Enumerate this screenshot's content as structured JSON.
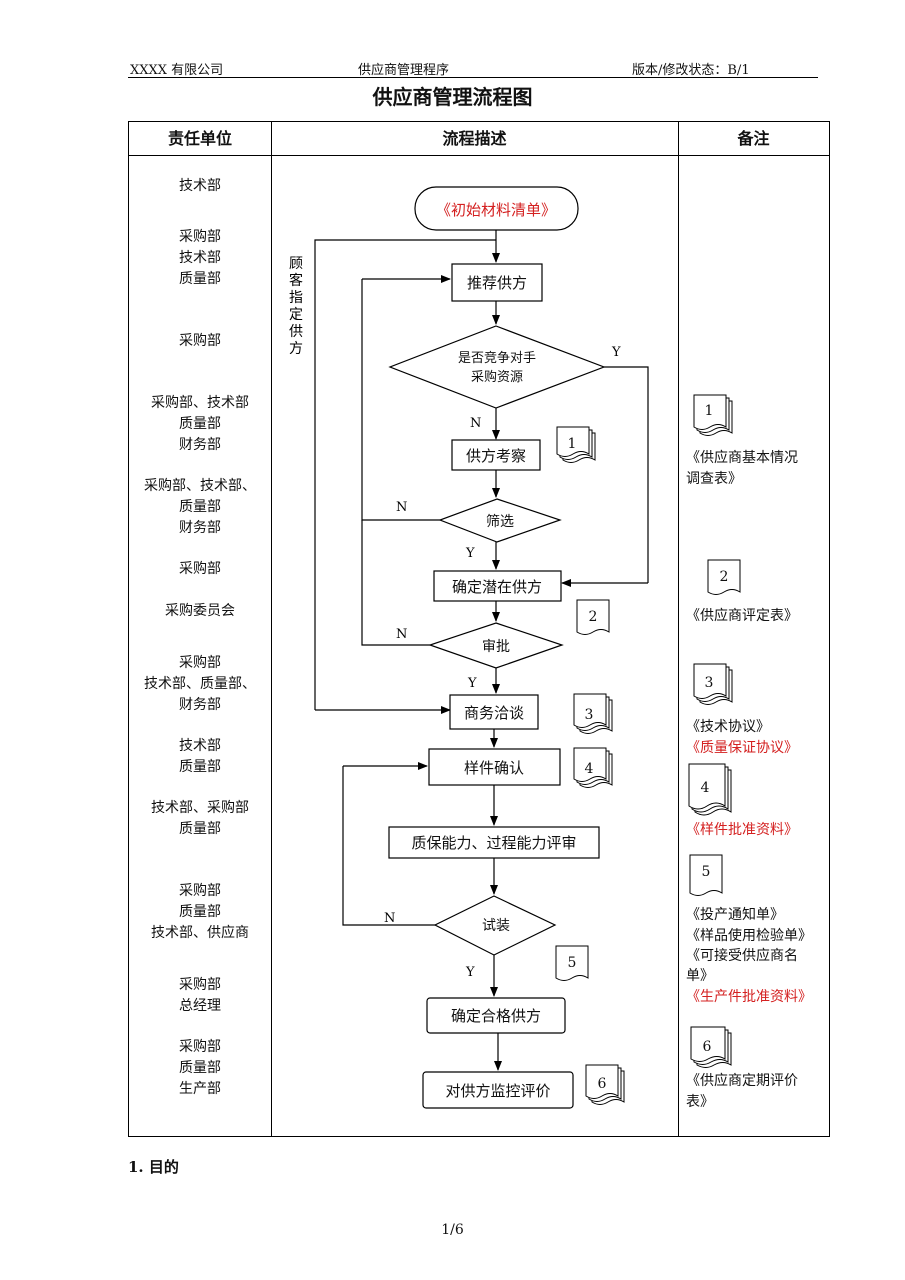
{
  "header": {
    "company": "XXXX 有限公司",
    "doc_name": "供应商管理程序",
    "version": "版本/修改状态：B/1"
  },
  "title": "供应商管理流程图",
  "table": {
    "col1": "责任单位",
    "col2": "流程描述",
    "col3": "备注"
  },
  "departments": [
    "技术部",
    "采购部",
    "技术部",
    "质量部",
    "采购部",
    "采购部、技术部",
    "质量部",
    "财务部",
    "采购部、技术部、",
    "质量部",
    "财务部",
    "采购部",
    "采购委员会",
    "采购部",
    "技术部、质量部、",
    "财务部",
    "技术部",
    "质量部",
    "技术部、采购部",
    "质量部",
    "采购部",
    "质量部",
    "技术部、供应商",
    "采购部",
    "总经理",
    "采购部",
    "质量部",
    "生产部"
  ],
  "flow": {
    "start": "《初始材料清单》",
    "recommend": "推荐供方",
    "competitor_line1": "是否竞争对手",
    "competitor_line2": "采购资源",
    "inspect": "供方考察",
    "screen": "筛选",
    "potential": "确定潜在供方",
    "approve": "审批",
    "negotiate": "商务洽谈",
    "sample": "样件确认",
    "review": "质保能力、过程能力评审",
    "trial": "试装",
    "qualified": "确定合格供方",
    "monitor": "对供方监控评价",
    "customer_chars": [
      "顾",
      "客",
      "指",
      "定",
      "供",
      "方"
    ],
    "yes": "Y",
    "no": "N",
    "doc_nums": [
      "1",
      "2",
      "3",
      "4",
      "5",
      "6"
    ]
  },
  "notes": {
    "n1": [
      "《供应商基本情况",
      "调查表》"
    ],
    "n2": [
      "《供应商评定表》"
    ],
    "n3": [
      "《技术协议》"
    ],
    "n3_red": [
      "《质量保证协议》"
    ],
    "n4_red": [
      "《样件批准资料》"
    ],
    "n5": [
      "《投产通知单》",
      "《样品使用检验单》",
      "《可接受供应商名",
      "单》"
    ],
    "n5_red": [
      "《生产件批准资料》"
    ],
    "n6": [
      "《供应商定期评价",
      "表》"
    ]
  },
  "section": "1.  目的",
  "page": "1/6",
  "colors": {
    "accent_red": "#d42020",
    "line": "#000000"
  }
}
